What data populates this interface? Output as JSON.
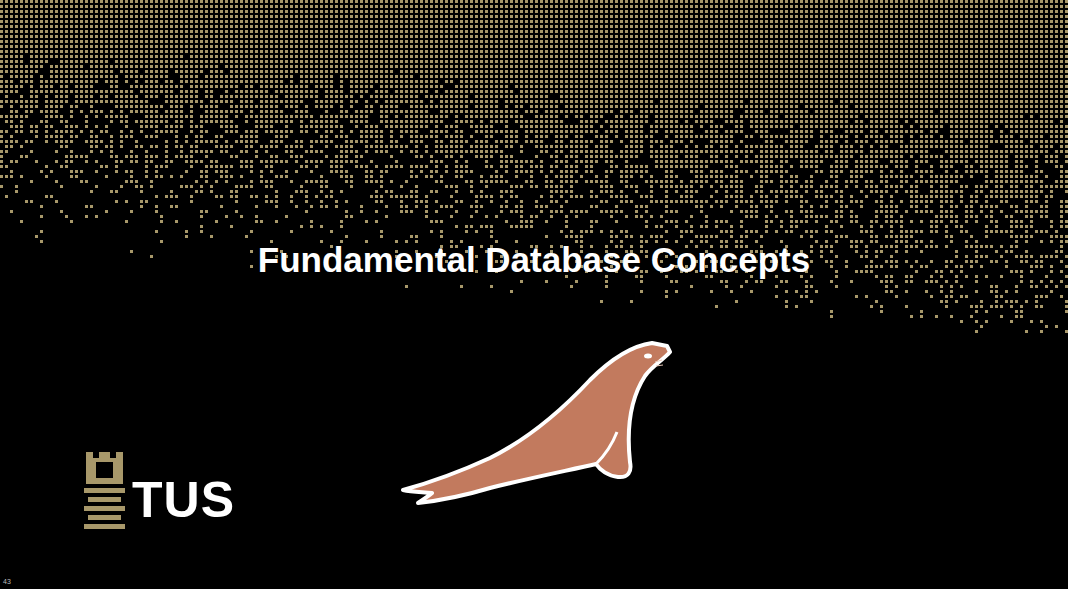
{
  "diagram": {
    "title": "Fundamental Database Concepts",
    "labels": [
      "TUS",
      "43"
    ]
  }
}
